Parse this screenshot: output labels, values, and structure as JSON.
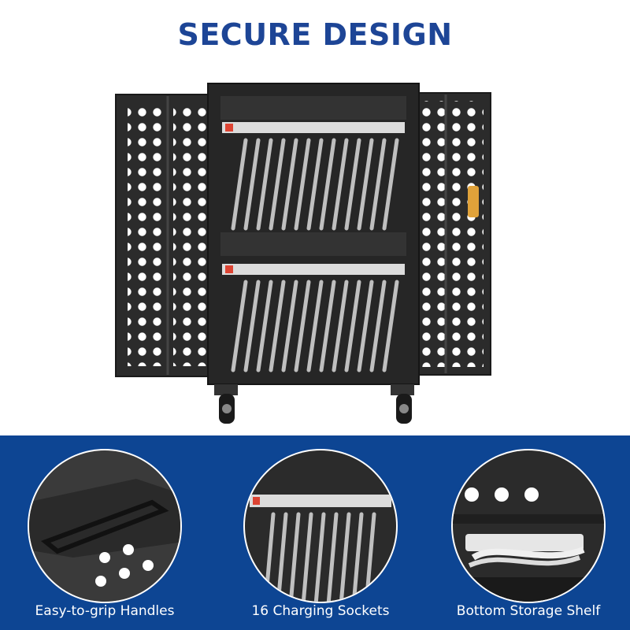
{
  "headline": "SECURE DESIGN",
  "features": [
    {
      "label": "Easy-to-grip Handles",
      "icon": "handle-closeup-icon"
    },
    {
      "label": "16 Charging Sockets",
      "icon": "charging-sockets-closeup-icon"
    },
    {
      "label": "Bottom Storage Shelf",
      "icon": "storage-shelf-closeup-icon"
    }
  ],
  "colors": {
    "brand_blue": "#1d4596",
    "band_blue": "#0d4593",
    "cabinet": "#2b2b2b",
    "accent_lock": "#e0a23a"
  }
}
